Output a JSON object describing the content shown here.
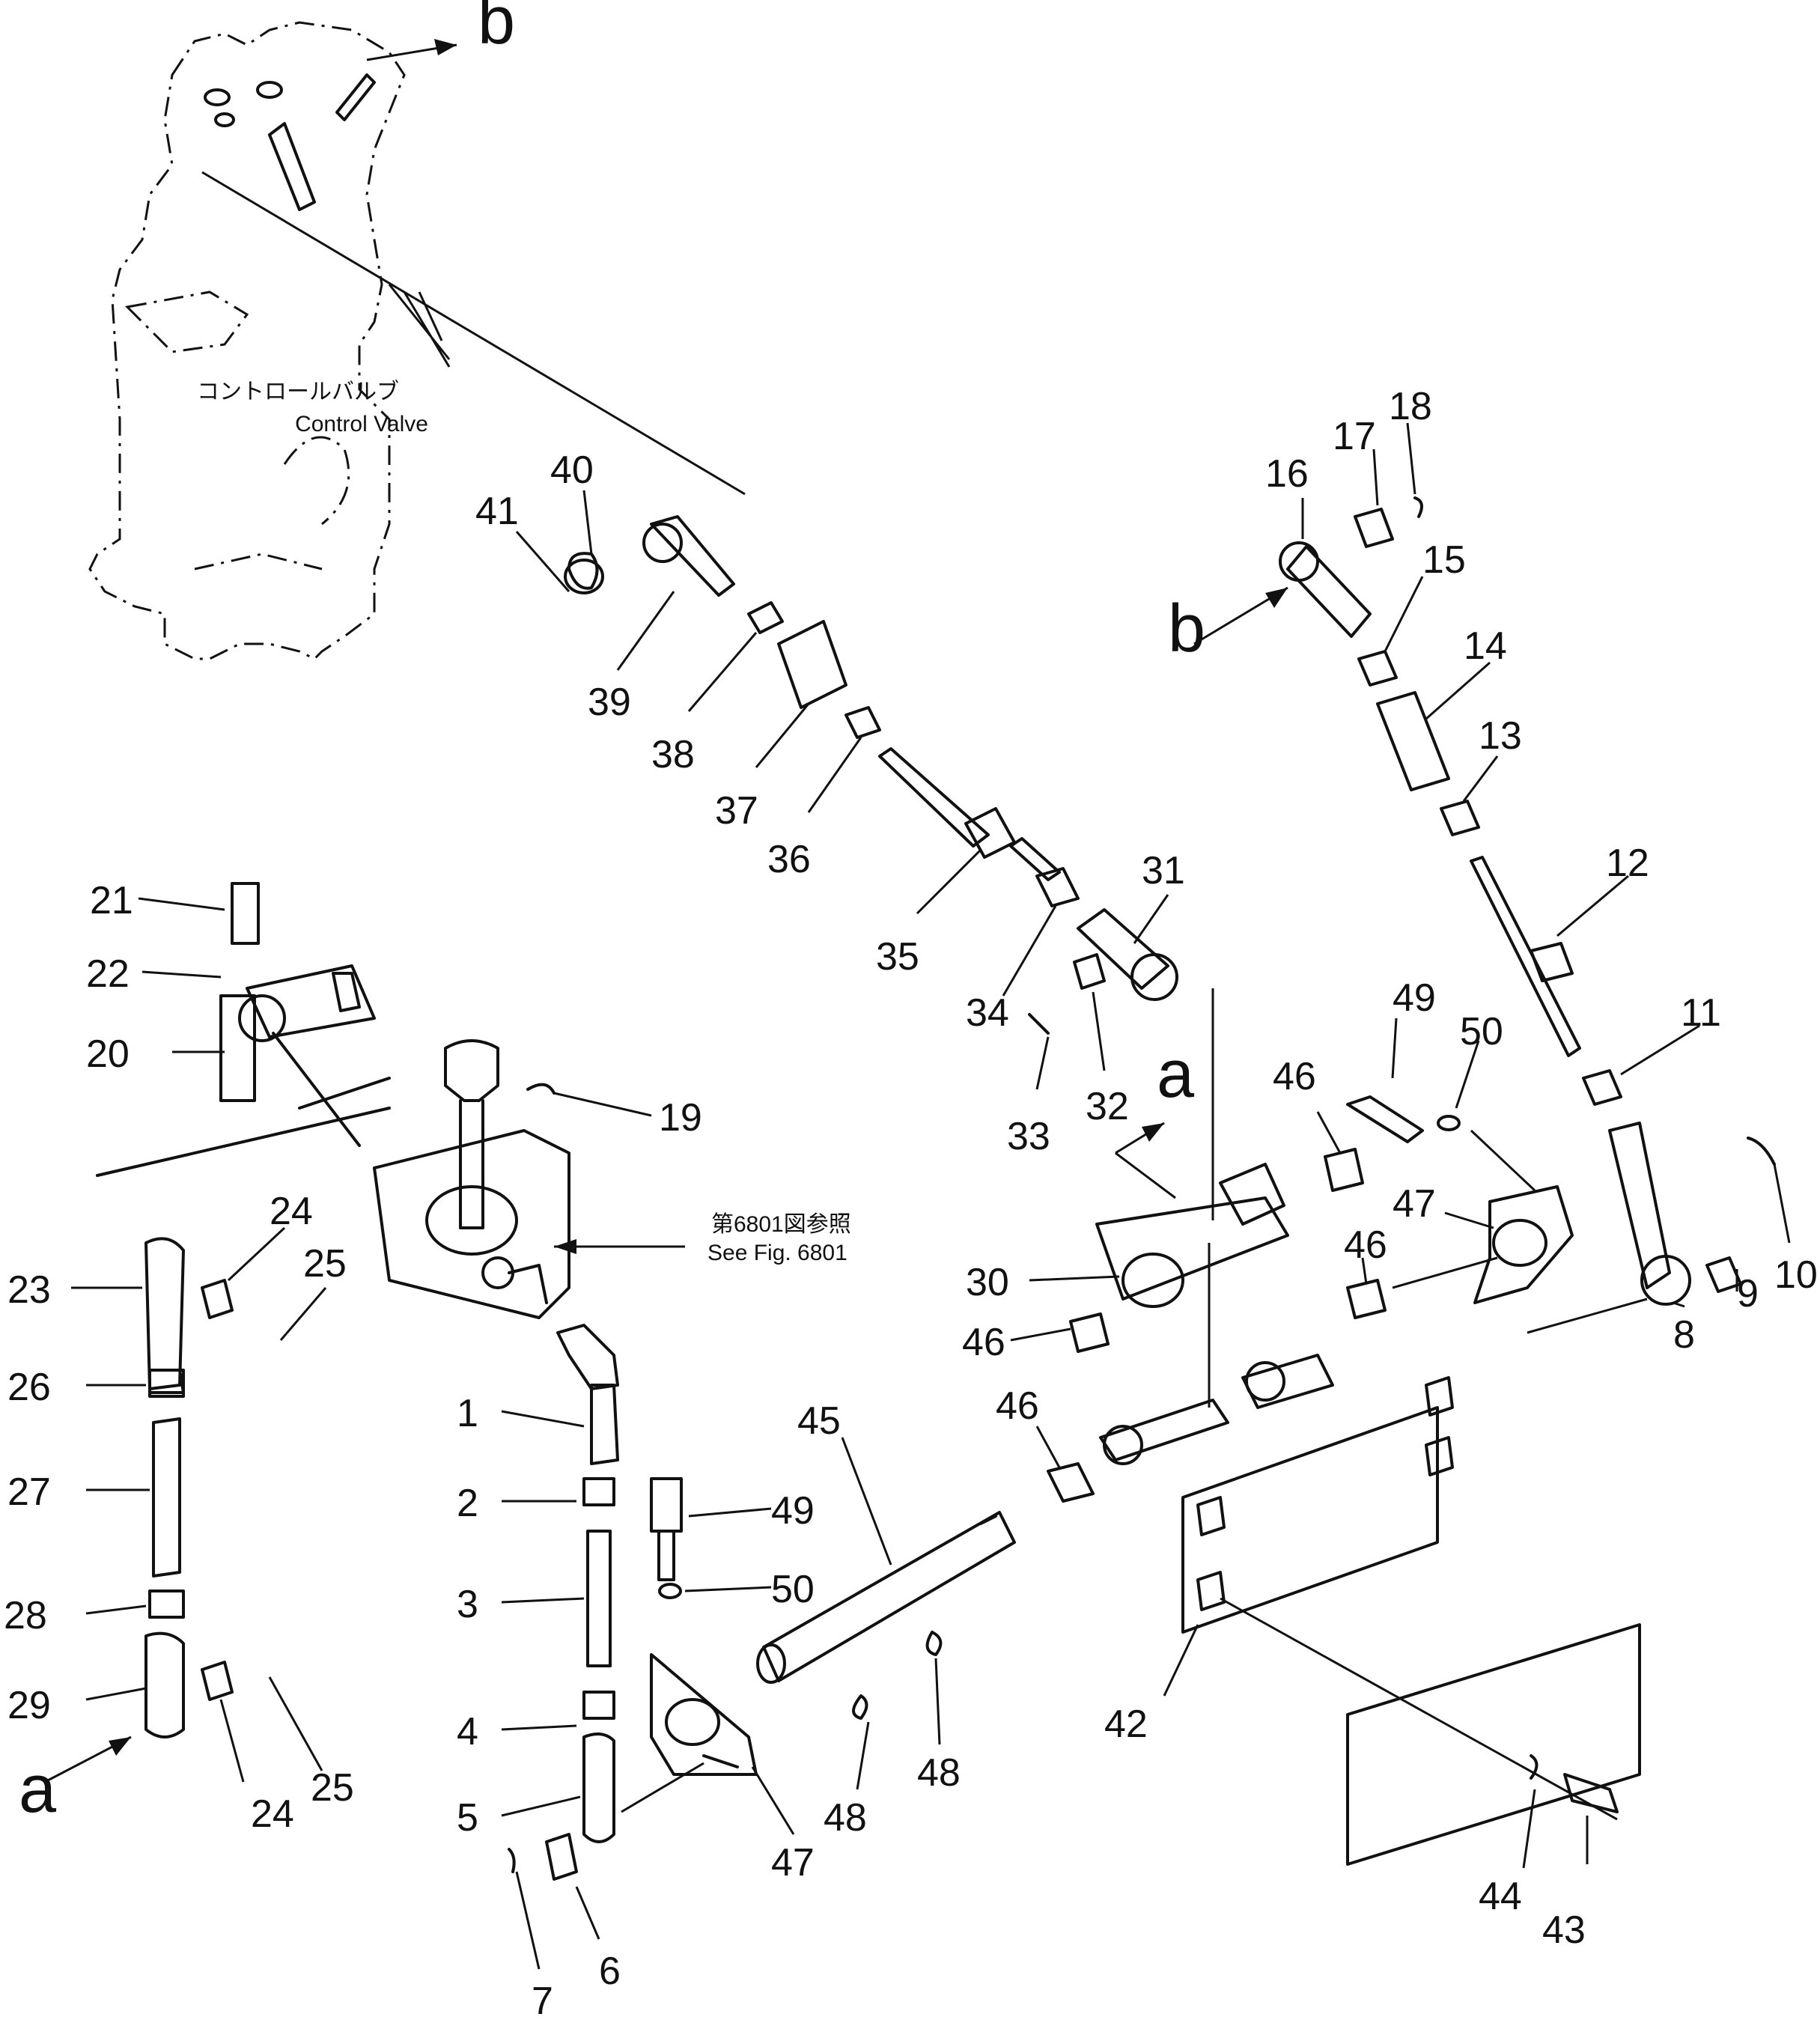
{
  "diagram": {
    "control_valve_label_jp": "コントロールバルブ",
    "control_valve_label_en": "Control Valve",
    "reference_label_jp": "第6801図参照",
    "reference_label_en": "See Fig. 6801",
    "connection_letters": [
      "a",
      "b"
    ],
    "part_numbers": [
      "1",
      "2",
      "3",
      "4",
      "5",
      "6",
      "7",
      "8",
      "9",
      "10",
      "11",
      "12",
      "13",
      "14",
      "15",
      "16",
      "17",
      "18",
      "19",
      "20",
      "21",
      "22",
      "23",
      "24",
      "25",
      "26",
      "27",
      "28",
      "29",
      "30",
      "31",
      "32",
      "33",
      "34",
      "35",
      "36",
      "37",
      "38",
      "39",
      "40",
      "41",
      "42",
      "43",
      "44",
      "45",
      "46",
      "47",
      "48",
      "49",
      "50"
    ]
  }
}
